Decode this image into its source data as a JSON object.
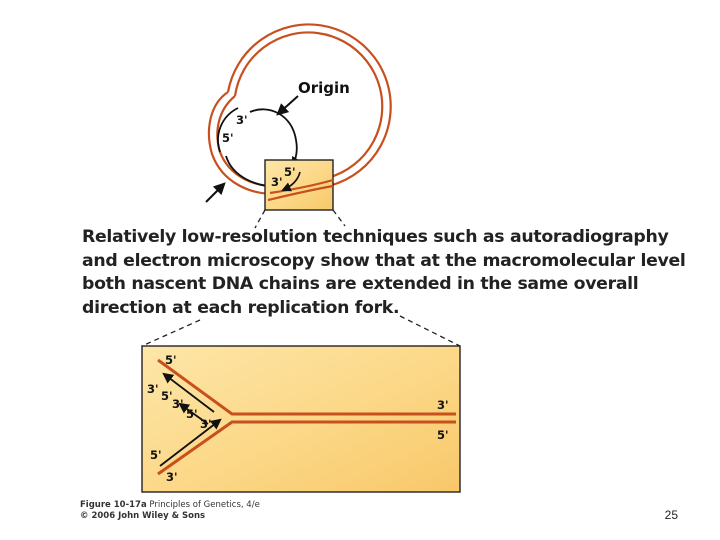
{
  "top_diagram": {
    "origin_label": "Origin",
    "strand_labels": {
      "left_3": "3'",
      "left_5": "5'",
      "box_5": "5'",
      "box_3": "3'"
    }
  },
  "caption": {
    "lines": [
      "Relatively low-resolution techniques such as autoradiography",
      "and electron microscopy show that at the macromolecular level",
      "both nascent DNA chains are extended in the same overall",
      "direction at each replication fork."
    ]
  },
  "fork_diagram": {
    "labels": {
      "top_5": "5'",
      "upper_3": "3'",
      "upper_5": "5'",
      "mid_3": "3'",
      "mid_5": "5'",
      "inner_3": "3'",
      "lower_5": "5'",
      "bottom_3": "3'",
      "right_3": "3'",
      "right_5": "5'"
    }
  },
  "credit": {
    "figure": "Figure 10-17a",
    "book": "Principles of Genetics, 4/e",
    "copyright": "© 2006 John Wiley & Sons"
  },
  "page_number": "25",
  "colors": {
    "box_fill": "#fcd98a",
    "box_edge": "#f4c060",
    "dna_strand": "#c8501e",
    "arrow": "#111111"
  }
}
